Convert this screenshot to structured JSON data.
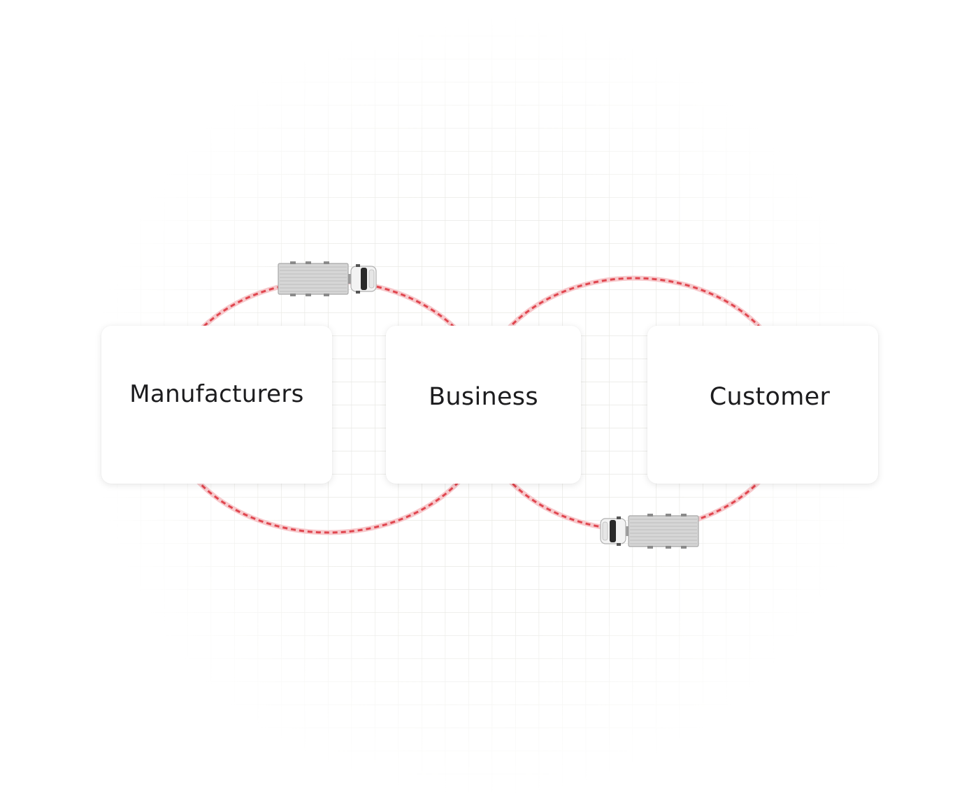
{
  "nodes": [
    {
      "id": "manufacturers",
      "label": "Manufacturers"
    },
    {
      "id": "business",
      "label": "Business"
    },
    {
      "id": "customer",
      "label": "Customer"
    }
  ],
  "edges": [
    {
      "from": "manufacturers",
      "to": "business",
      "style": "dashed",
      "vehicle": "truck-icon"
    },
    {
      "from": "business",
      "to": "customer",
      "style": "dashed",
      "vehicle": "truck-icon"
    }
  ],
  "colors": {
    "route_halo": "#f7c9cc",
    "route_dash": "#e0464f",
    "grid_line": "#e8e8e4",
    "card_bg": "#ffffff",
    "label_text": "#1c1c1e",
    "truck_body": "#d9d9d9"
  }
}
